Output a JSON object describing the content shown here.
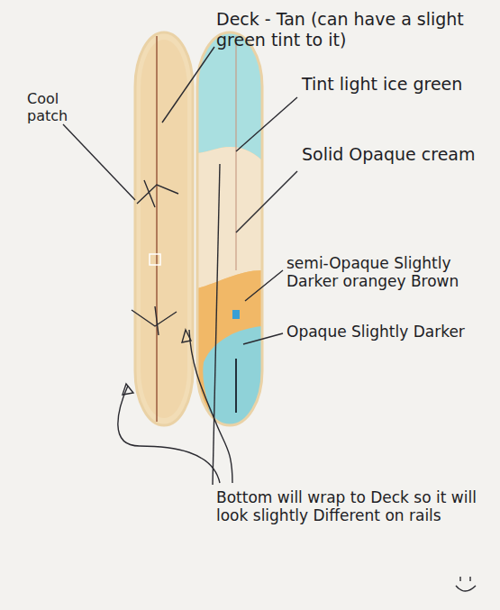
{
  "diagram": {
    "labels": [
      "Cool patch",
      "Deck - Tan (can have a slight green tint to it)",
      "Tint light ice green",
      "Solid Opaque cream",
      "semi-Opaque Slightly Darker orangey Brown",
      "Opaque Slightly Darker",
      "Bottom will wrap to Deck so it will look slightly Different on rails"
    ]
  }
}
